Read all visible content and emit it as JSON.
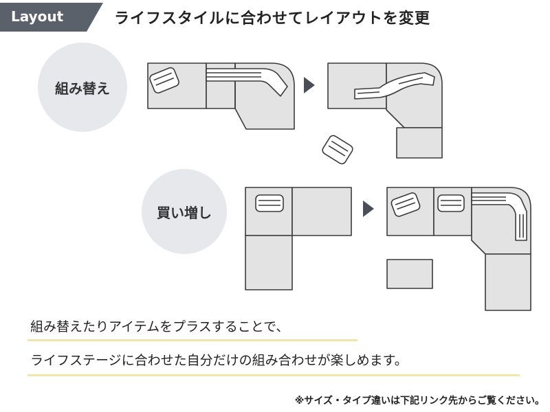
{
  "header": {
    "badge": "Layout",
    "title": "ライフスタイルに合わせてレイアウトを変更"
  },
  "sections": {
    "rearrange": "組み替え",
    "add_on": "買い増し"
  },
  "captions": {
    "line1": "組み替えたりアイテムをプラスすることで、",
    "line2": "ライフステージに合わせた自分だけの組み合わせが楽しめます。"
  },
  "footnote": "※サイズ・タイプ違いは下記リンク先からご覧ください。",
  "colors": {
    "badge": "#5b616b",
    "sofa_fill": "#e3e3e3",
    "outline": "#3a3a3a",
    "circle": "#e6e8ec",
    "arrow": "#4a4f57",
    "highlight": "#f1e6aa"
  }
}
